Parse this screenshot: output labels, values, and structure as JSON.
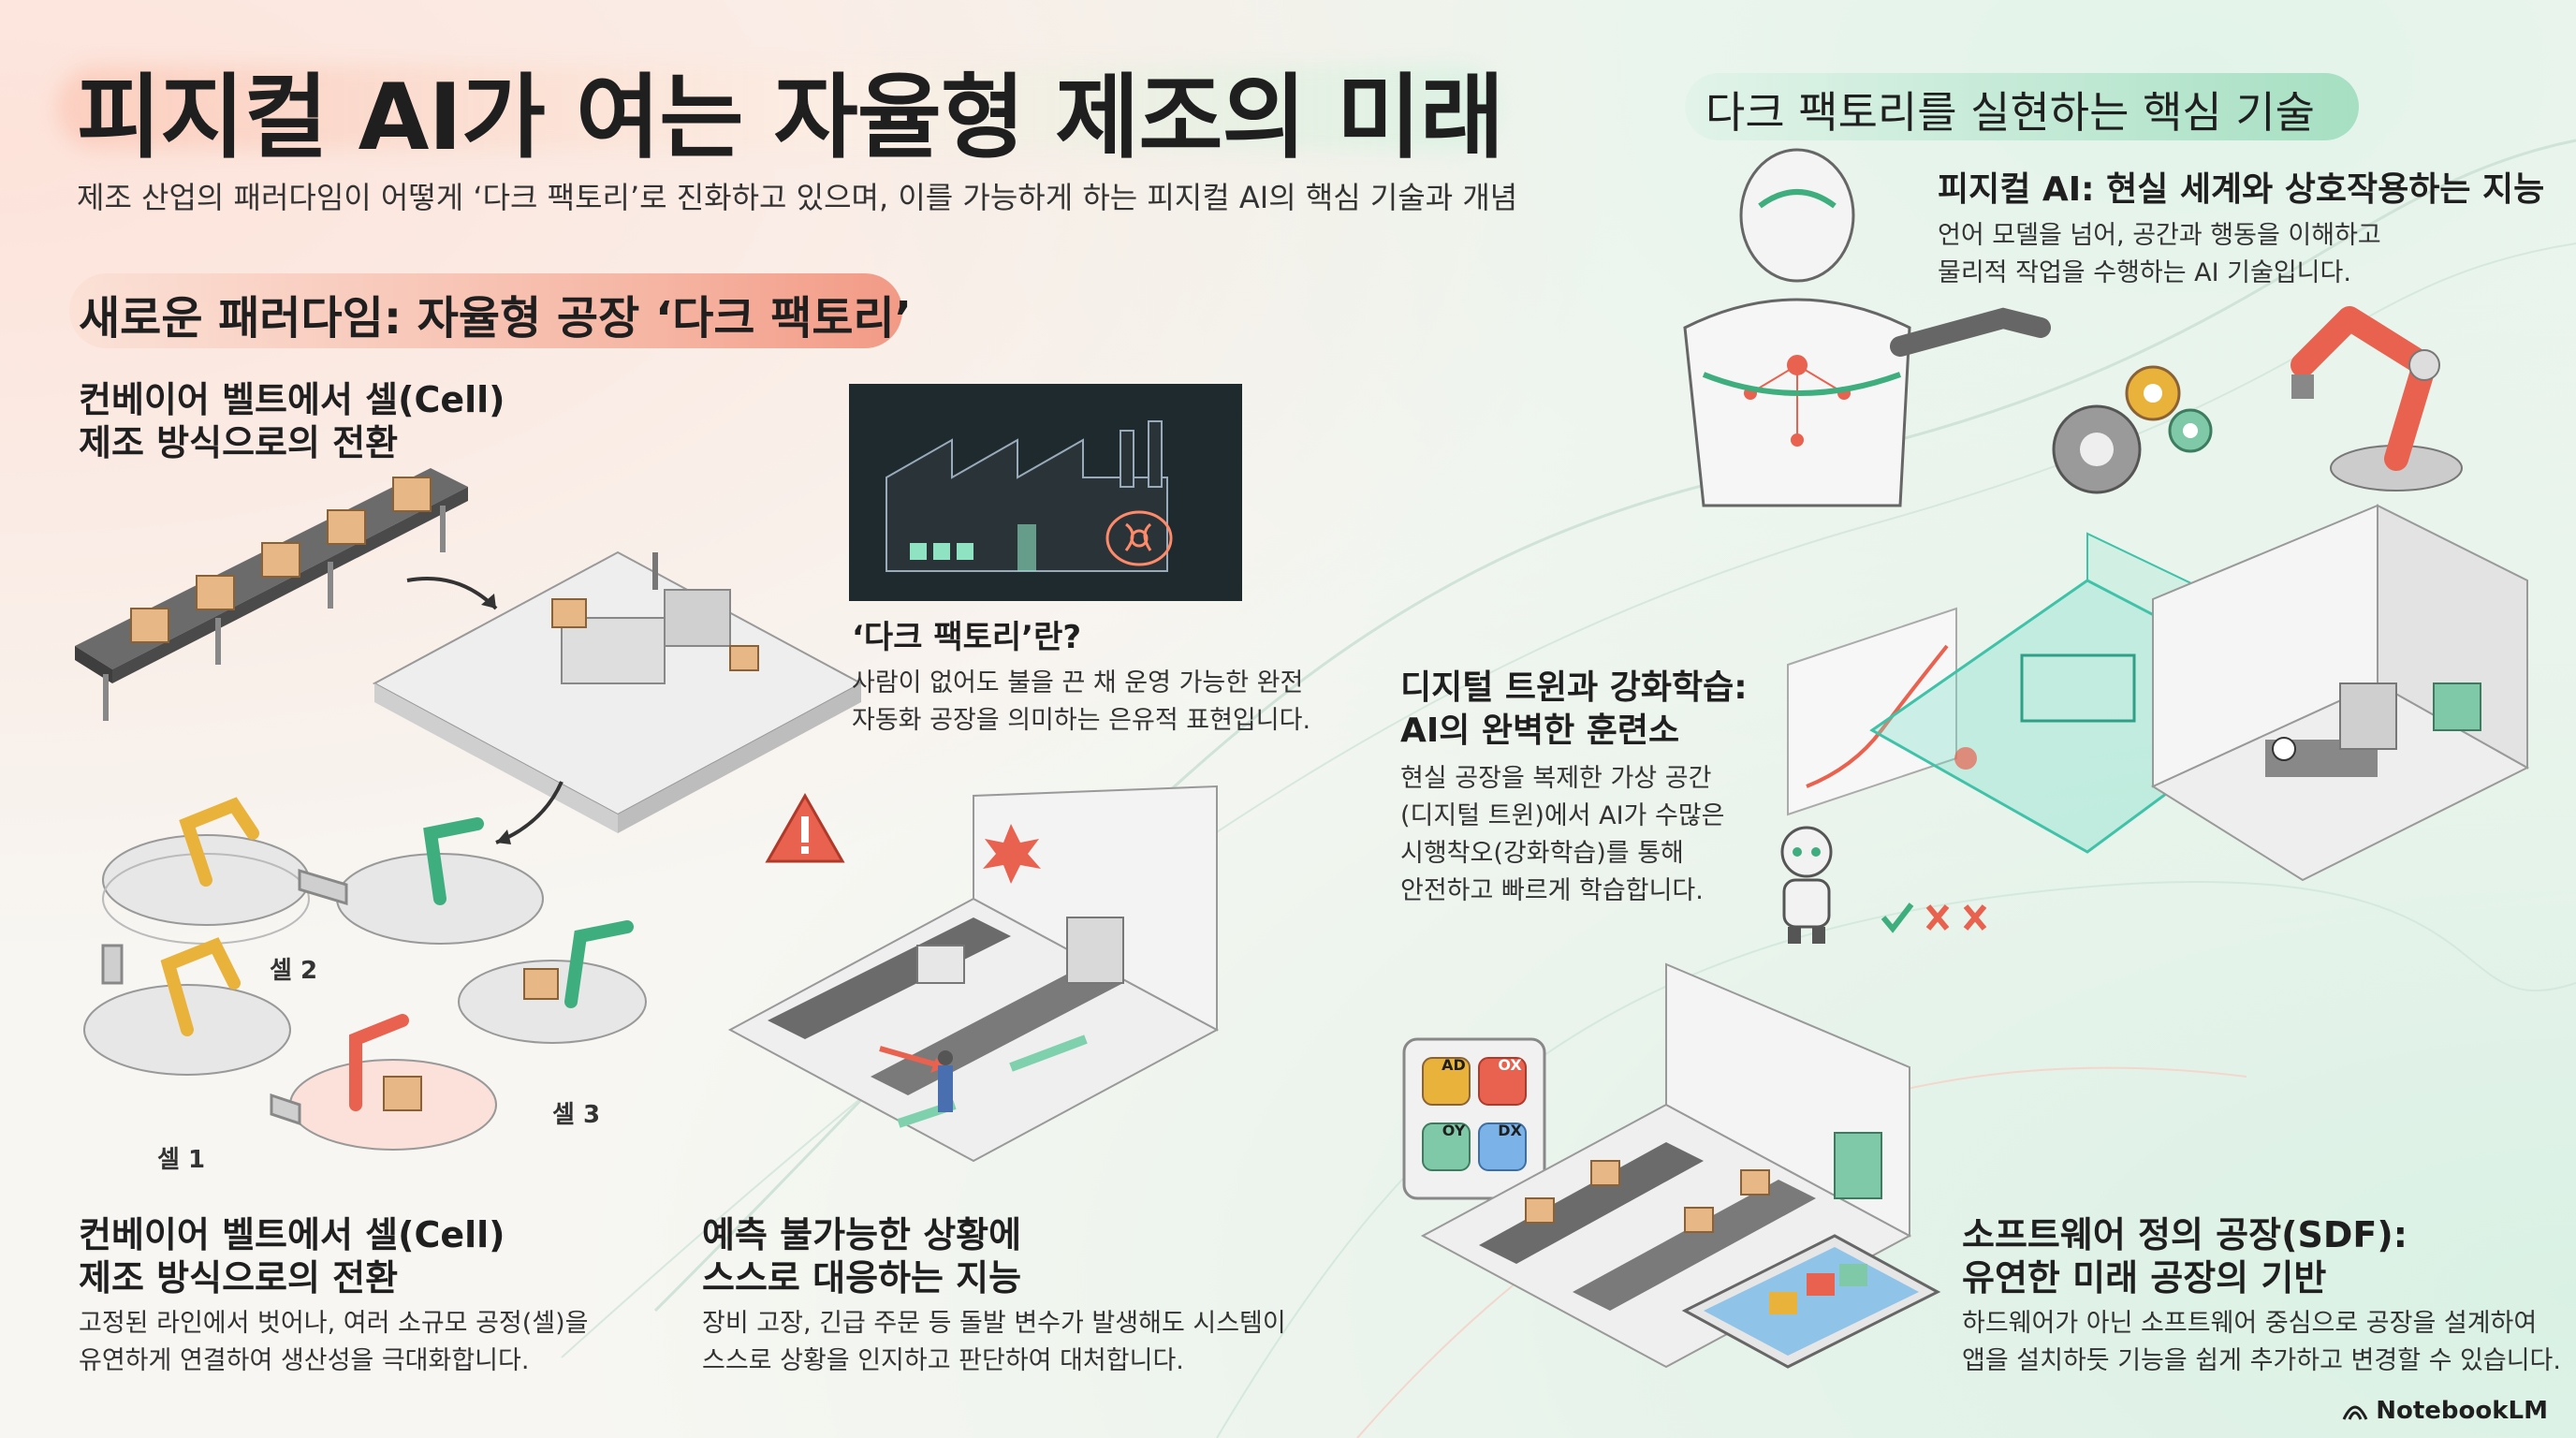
{
  "header": {
    "title": "피지컬 AI가 여는 자율형 제조의 미래",
    "subtitle": "제조 산업의 패러다임이 어떻게 ‘다크 팩토리’로 진화하고 있으며, 이를 가능하게 하는 피지컬 AI의 핵심 기술과 개념"
  },
  "left_section": {
    "heading": "새로운 패러다임: 자율형 공장 ‘다크 팩토리’",
    "conveyor_top": {
      "title_lines": [
        "컨베이어 벨트에서 셀(Cell)",
        "제조 방식으로의 전환"
      ]
    },
    "dark_factory": {
      "title": "‘다크 팩토리’란?",
      "body_lines": [
        "사람이 없어도 불을 끈 채 운영 가능한 완전",
        "자동화 공장을 의미하는 은유적 표현입니다."
      ]
    },
    "cells": {
      "labels": [
        "셀 1",
        "셀 2",
        "셀 3"
      ]
    },
    "conveyor_bottom": {
      "title_lines": [
        "컨베이어 벨트에서 셀(Cell)",
        "제조 방식으로의 전환"
      ],
      "body_lines": [
        "고정된 라인에서 벗어나, 여러 소규모 공정(셀)을",
        "유연하게 연결하여 생산성을 극대화합니다."
      ]
    },
    "unpredictable": {
      "title_lines": [
        "예측 불가능한 상황에",
        "스스로 대응하는 지능"
      ],
      "body_lines": [
        "장비 고장, 긴급 주문 등 돌발 변수가 발생해도 시스템이",
        "스스로 상황을 인지하고 판단하여 대처합니다."
      ]
    }
  },
  "right_section": {
    "heading": "다크 팩토리를 실현하는 핵심 기술",
    "physical_ai": {
      "title": "피지컬 AI: 현실 세계와 상호작용하는 지능",
      "body_lines": [
        "언어 모델을 넘어, 공간과 행동을 이해하고",
        "물리적 작업을 수행하는 AI 기술입니다."
      ]
    },
    "digital_twin": {
      "title_lines": [
        "디지털 트윈과 강화학습:",
        "AI의 완벽한 훈련소"
      ],
      "body_lines": [
        "현실 공장을 복제한 가상 공간",
        "(디지털 트윈)에서 AI가 수많은",
        "시행착오(강화학습)를 통해",
        "안전하고 빠르게 학습합니다."
      ]
    },
    "sdf": {
      "title_lines": [
        "소프트웨어 정의 공장(SDF):",
        "유연한 미래 공장의 기반"
      ],
      "body_lines": [
        "하드웨어가 아닌 소프트웨어 중심으로 공장을 설계하여",
        "앱을 설치하듯 기능을 쉽게 추가하고 변경할 수 있습니다."
      ],
      "app_tiles": [
        "AD",
        "OX",
        "DX",
        "OY"
      ]
    }
  },
  "footer": {
    "brand": "NotebookLM"
  },
  "colors": {
    "accent_red": "#e8624f",
    "accent_green": "#3fae7f",
    "accent_yellow": "#e9b23a",
    "ink": "#1f1f1f"
  }
}
